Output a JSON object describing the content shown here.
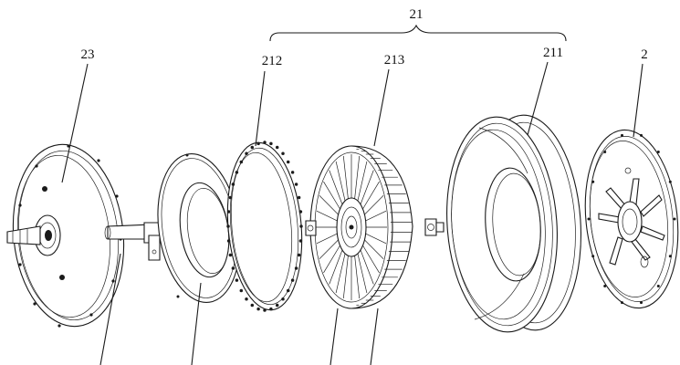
{
  "labels": {
    "group": "21",
    "shaft_cover": "23",
    "ring": "212",
    "rotor": "213",
    "stator": "211",
    "cover": "2"
  },
  "colors": {
    "line": "#1a1a1a",
    "background": "#ffffff"
  }
}
